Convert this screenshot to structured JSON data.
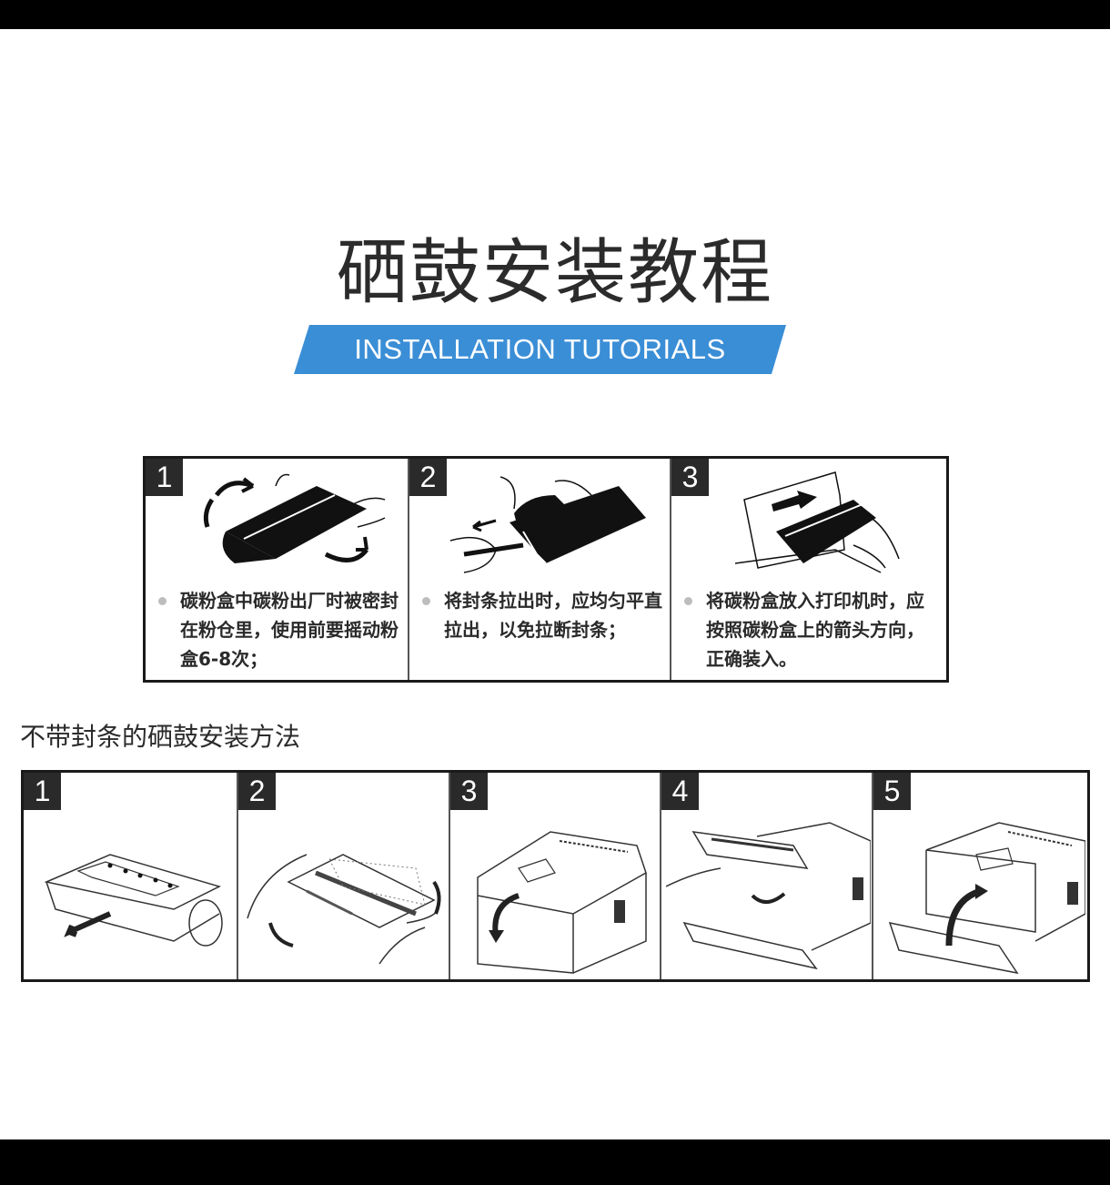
{
  "title": "硒鼓安装教程",
  "banner": {
    "label": "INSTALLATION TUTORIALS",
    "color": "#3a8ed6"
  },
  "with_seal_steps": [
    {
      "number": "1",
      "text": "碳粉盒中碳粉出厂时被密封在粉仓里，使用前要摇动粉盒6-8次；",
      "illustration": "shake-cartridge-illustration"
    },
    {
      "number": "2",
      "text": "将封条拉出时，应均匀平直拉出，以免拉断封条；",
      "illustration": "pull-seal-illustration"
    },
    {
      "number": "3",
      "text": "将碳粉盒放入打印机时，应按照碳粉盒上的箭头方向，正确装入。",
      "illustration": "insert-cartridge-illustration"
    }
  ],
  "subtitle": "不带封条的硒鼓安装方法",
  "no_seal_steps": [
    {
      "number": "1",
      "illustration": "remove-packaging-illustration"
    },
    {
      "number": "2",
      "illustration": "rock-drum-illustration"
    },
    {
      "number": "3",
      "illustration": "open-front-cover-illustration"
    },
    {
      "number": "4",
      "illustration": "insert-drum-illustration"
    },
    {
      "number": "5",
      "illustration": "close-front-cover-illustration"
    }
  ]
}
